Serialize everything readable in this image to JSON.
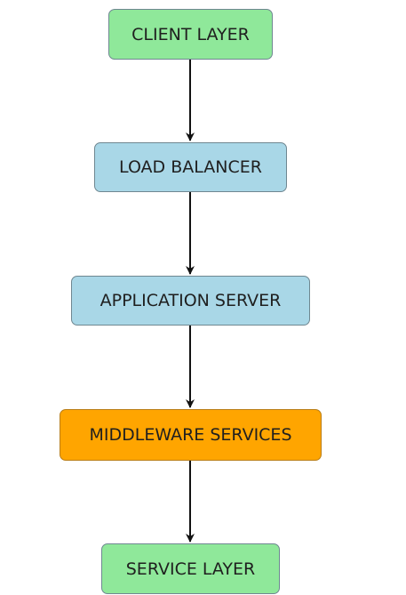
{
  "colors": {
    "green": "#8fe89a",
    "blue": "#a9d7e7",
    "orange": "#ffa500",
    "arrow": "#111111"
  },
  "nodes": [
    {
      "id": "client",
      "label": "CLIENT LAYER",
      "fill": "green"
    },
    {
      "id": "lb",
      "label": "LOAD BALANCER",
      "fill": "blue"
    },
    {
      "id": "app",
      "label": "APPLICATION SERVER",
      "fill": "blue"
    },
    {
      "id": "mw",
      "label": "MIDDLEWARE SERVICES",
      "fill": "orange"
    },
    {
      "id": "service",
      "label": "SERVICE LAYER",
      "fill": "green"
    }
  ],
  "edges": [
    {
      "from": "client",
      "to": "lb"
    },
    {
      "from": "lb",
      "to": "app"
    },
    {
      "from": "app",
      "to": "mw"
    },
    {
      "from": "mw",
      "to": "service"
    }
  ]
}
